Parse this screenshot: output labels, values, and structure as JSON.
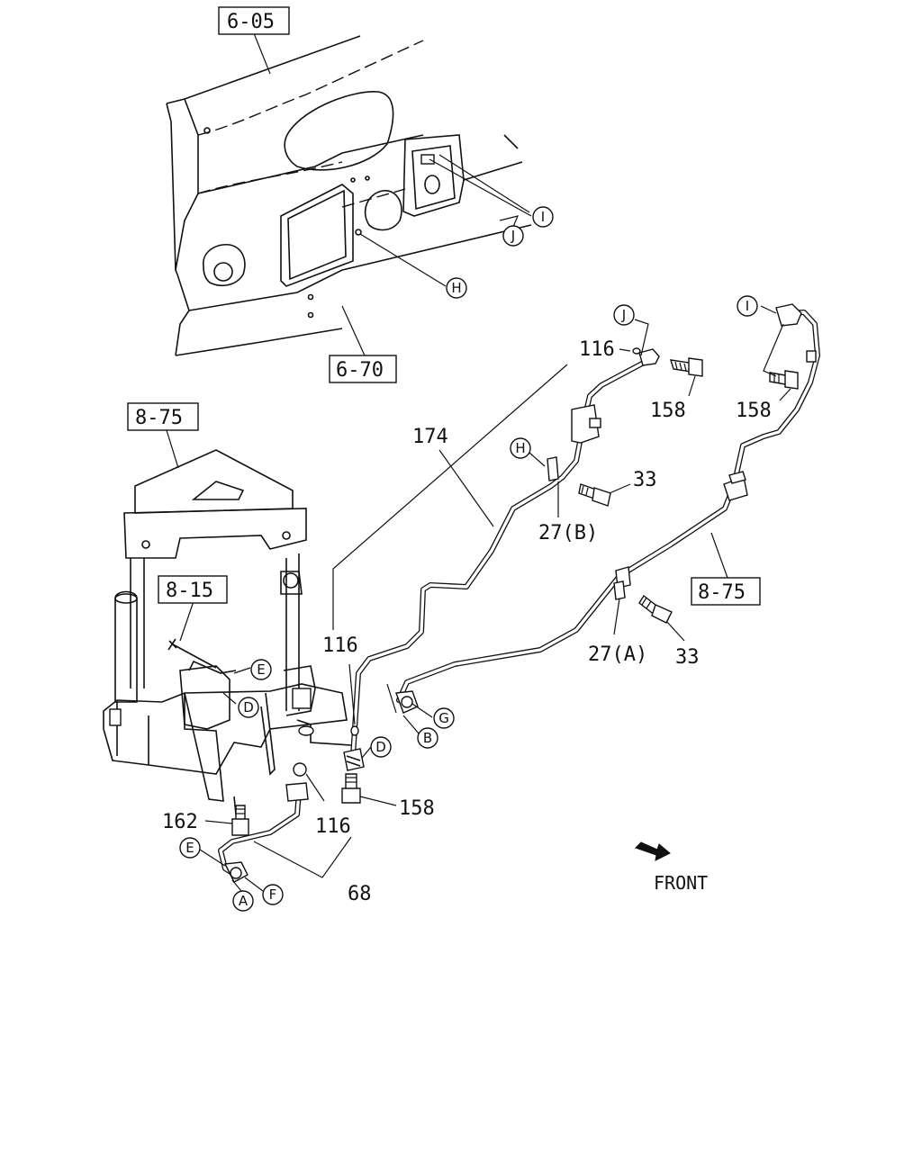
{
  "references": {
    "ref_6_05": "6-05",
    "ref_6_70": "6-70",
    "ref_8_75_left": "8-75",
    "ref_8_15": "8-15",
    "ref_8_75_right": "8-75"
  },
  "callouts": {
    "c_I_top": "I",
    "c_J_top": "J",
    "c_H_top": "H",
    "c_J_mid": "J",
    "c_I_right": "I",
    "c_H_mid": "H",
    "c_E_frame": "E",
    "c_D_frame": "D",
    "c_G": "G",
    "c_B": "B",
    "c_D_mid": "D",
    "c_E_bottom": "E",
    "c_A": "A",
    "c_F": "F"
  },
  "parts": {
    "p116_top": "116",
    "p158_a": "158",
    "p158_b": "158",
    "p174": "174",
    "p33_a": "33",
    "p27b": "27(B)",
    "p27a": "27(A)",
    "p33_b": "33",
    "p116_mid": "116",
    "p116_low": "116",
    "p158_low": "158",
    "p162": "162",
    "p68": "68"
  },
  "direction": {
    "front_label": "FRONT",
    "front_icon": "front-arrow-icon"
  }
}
